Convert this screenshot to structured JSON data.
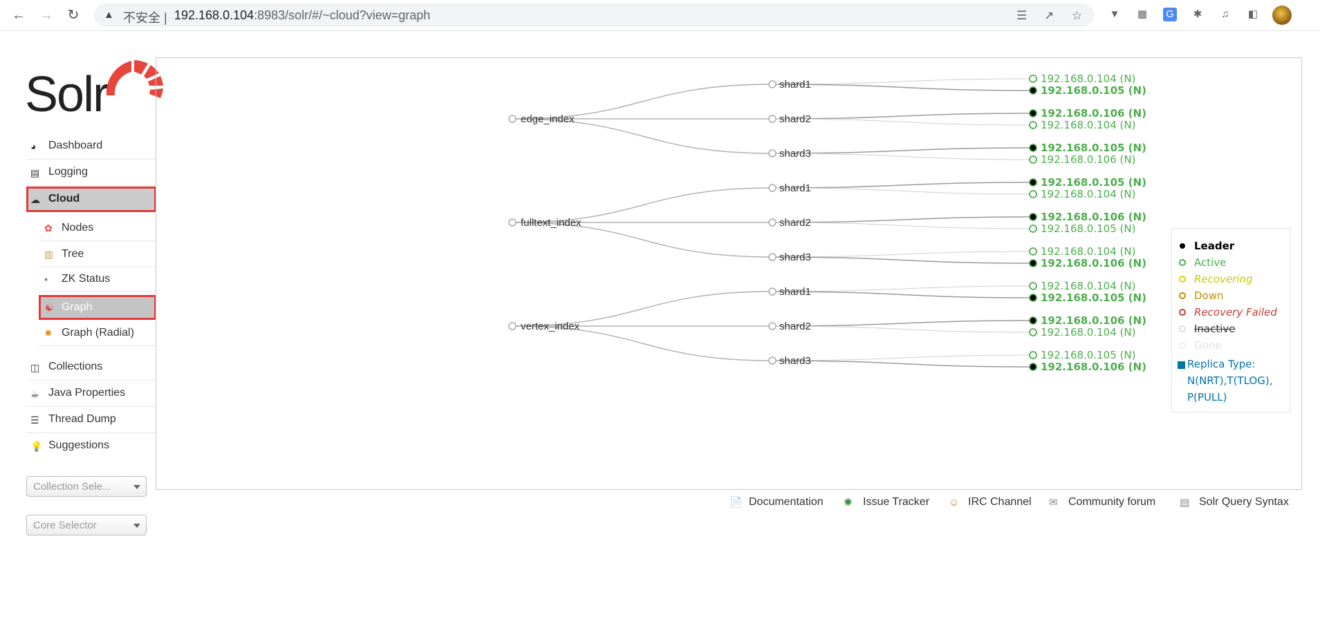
{
  "browser": {
    "security_label": "不安全",
    "url_host": "192.168.0.104",
    "url_rest": ":8983/solr/#/~cloud?view=graph"
  },
  "logo_text": "Solr",
  "sidebar": {
    "items": [
      {
        "label": "Dashboard",
        "icon": "dashboard-icon"
      },
      {
        "label": "Logging",
        "icon": "logging-icon"
      },
      {
        "label": "Cloud",
        "icon": "cloud-icon",
        "active": true
      },
      {
        "label": "Collections",
        "icon": "collections-icon"
      },
      {
        "label": "Java Properties",
        "icon": "java-properties-icon"
      },
      {
        "label": "Thread Dump",
        "icon": "thread-dump-icon"
      },
      {
        "label": "Suggestions",
        "icon": "suggestions-icon"
      }
    ],
    "cloud_sub": [
      {
        "label": "Nodes",
        "icon": "nodes-icon"
      },
      {
        "label": "Tree",
        "icon": "tree-icon"
      },
      {
        "label": "ZK Status",
        "icon": "zk-status-icon"
      },
      {
        "label": "Graph",
        "icon": "graph-icon",
        "active": true
      },
      {
        "label": "Graph (Radial)",
        "icon": "graph-radial-icon"
      }
    ],
    "collection_selector": "Collection Sele...",
    "core_selector": "Core Selector"
  },
  "graph": {
    "collections": [
      {
        "name": "edge_index",
        "shards": [
          {
            "name": "shard1",
            "replicas": [
              {
                "host": "192.168.0.104 (N)",
                "leader": false
              },
              {
                "host": "192.168.0.105 (N)",
                "leader": true
              }
            ]
          },
          {
            "name": "shard2",
            "replicas": [
              {
                "host": "192.168.0.106 (N)",
                "leader": true
              },
              {
                "host": "192.168.0.104 (N)",
                "leader": false
              }
            ]
          },
          {
            "name": "shard3",
            "replicas": [
              {
                "host": "192.168.0.105 (N)",
                "leader": true
              },
              {
                "host": "192.168.0.106 (N)",
                "leader": false
              }
            ]
          }
        ]
      },
      {
        "name": "fulltext_index",
        "shards": [
          {
            "name": "shard1",
            "replicas": [
              {
                "host": "192.168.0.105 (N)",
                "leader": true
              },
              {
                "host": "192.168.0.104 (N)",
                "leader": false
              }
            ]
          },
          {
            "name": "shard2",
            "replicas": [
              {
                "host": "192.168.0.106 (N)",
                "leader": true
              },
              {
                "host": "192.168.0.105 (N)",
                "leader": false
              }
            ]
          },
          {
            "name": "shard3",
            "replicas": [
              {
                "host": "192.168.0.104 (N)",
                "leader": false
              },
              {
                "host": "192.168.0.106 (N)",
                "leader": true
              }
            ]
          }
        ]
      },
      {
        "name": "vertex_index",
        "shards": [
          {
            "name": "shard1",
            "replicas": [
              {
                "host": "192.168.0.104 (N)",
                "leader": false
              },
              {
                "host": "192.168.0.105 (N)",
                "leader": true
              }
            ]
          },
          {
            "name": "shard2",
            "replicas": [
              {
                "host": "192.168.0.106 (N)",
                "leader": true
              },
              {
                "host": "192.168.0.104 (N)",
                "leader": false
              }
            ]
          },
          {
            "name": "shard3",
            "replicas": [
              {
                "host": "192.168.0.105 (N)",
                "leader": false
              },
              {
                "host": "192.168.0.106 (N)",
                "leader": true
              }
            ]
          }
        ]
      }
    ]
  },
  "legend": {
    "items": [
      {
        "label": "Leader",
        "color": "#000000"
      },
      {
        "label": "Active",
        "color": "#4cae4c"
      },
      {
        "label": "Recovering",
        "color": "#d6d600"
      },
      {
        "label": "Down",
        "color": "#c48f00"
      },
      {
        "label": "Recovery Failed",
        "color": "#c43c35"
      },
      {
        "label": "Inactive",
        "color": "#dddddd"
      },
      {
        "label": "Gone",
        "color": "#eeeeee"
      }
    ],
    "replica_type_line1": "Replica Type:",
    "replica_type_line2": "N(NRT),T(TLOG),",
    "replica_type_line3": "P(PULL)"
  },
  "footer": [
    {
      "label": "Documentation",
      "icon": "documentation-icon"
    },
    {
      "label": "Issue Tracker",
      "icon": "bug-icon"
    },
    {
      "label": "IRC Channel",
      "icon": "irc-icon"
    },
    {
      "label": "Community forum",
      "icon": "mail-icon"
    },
    {
      "label": "Solr Query Syntax",
      "icon": "query-syntax-icon"
    }
  ],
  "colors": {
    "active_green": "#4cae4c",
    "highlight_red": "#e23a3a",
    "link_blue": "#0074a8"
  }
}
